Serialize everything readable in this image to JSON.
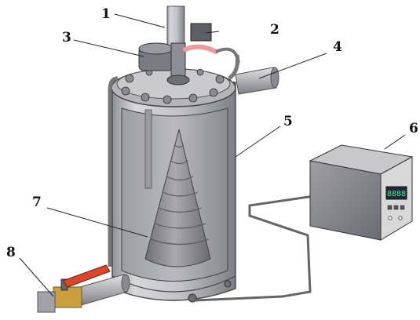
{
  "callouts": [
    "1",
    "2",
    "3",
    "4",
    "5",
    "6",
    "7",
    "8"
  ],
  "colors": {
    "vessel_shell": "#c9c9ce",
    "vessel_shadow": "#8e8e96",
    "liquid": "#a7a7ad",
    "cone": "#8f8f94",
    "valve_handle": "#d9462b",
    "valve_brass": "#c8a040",
    "sensor": "#f09a9a",
    "controller_face": "#d8d8d8",
    "display_dark": "#1c2a3a"
  },
  "controller": {
    "display": "8888"
  },
  "icons": [
    "reactor-vessel",
    "gear-motor",
    "heater-box",
    "ball-valve",
    "temperature-controller"
  ]
}
